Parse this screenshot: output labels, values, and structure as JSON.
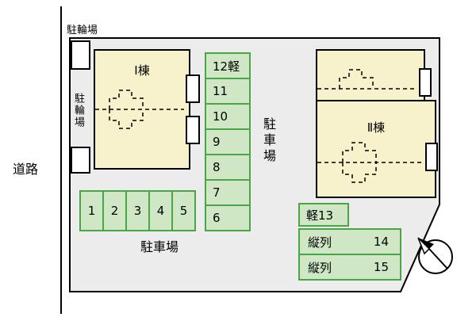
{
  "road": {
    "label": "道路"
  },
  "bicycle_parking_top": {
    "label": "駐輪場"
  },
  "bicycle_parking_left": {
    "label": "駐輪場"
  },
  "buildings": {
    "b1": {
      "label": "Ⅰ棟"
    },
    "b2": {
      "label": "Ⅱ棟"
    }
  },
  "parking_column": {
    "cells": [
      "12軽",
      "11",
      "10",
      "9",
      "8",
      "7",
      "6"
    ],
    "label": "駐車場"
  },
  "parking_row": {
    "cells": [
      "1",
      "2",
      "3",
      "4",
      "5"
    ],
    "label": "駐車場"
  },
  "parking_right": {
    "kei": "軽13",
    "tandem": [
      {
        "label": "縦列",
        "number": "14"
      },
      {
        "label": "縦列",
        "number": "15"
      }
    ]
  },
  "colors": {
    "site_fill": "#ececec",
    "building_fill": "#f7f2cc",
    "parking_fill": "#cfe7c5",
    "parking_border": "#4aa546"
  },
  "compass": {
    "icon": "north-arrow"
  }
}
